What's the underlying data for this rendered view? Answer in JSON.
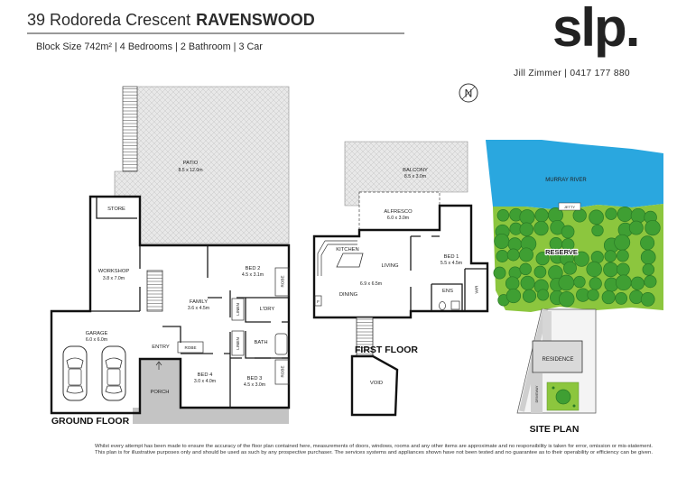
{
  "header": {
    "address": "39 Rodoreda Crescent",
    "suburb": "RAVENSWOOD",
    "details": "Block Size 742m² | 4 Bedrooms | 2 Bathroom |  3 Car"
  },
  "branding": {
    "logo_text": "slp.",
    "agent": "Jill Zimmer | 0417 177 880",
    "brand_color": "#e9573f"
  },
  "compass": {
    "icon": "north-arrow-icon",
    "label": "N"
  },
  "ground_floor": {
    "title": "GROUND FLOOR",
    "patio": {
      "name": "PATIO",
      "size": "8.5 x 12.0m"
    },
    "store": "STORE",
    "workshop": {
      "name": "WORKSHOP",
      "size": "3.8 x 7.0m"
    },
    "bed2": {
      "name": "BED 2",
      "size": "4.5 x 3.1m"
    },
    "bed2_robe": "ROBE",
    "family": {
      "name": "FAMILY",
      "size": "3.6 x 4.5m"
    },
    "linen_1": "LINEN",
    "laundry": "L'DRY",
    "garage": {
      "name": "GARAGE",
      "size": "6.0 x 6.0m"
    },
    "entry": "ENTRY",
    "bed4_robe": "ROBE",
    "linen_2": "LINEN",
    "bath": "BATH",
    "bed4": {
      "name": "BED 4",
      "size": "3.0 x 4.0m"
    },
    "bed3": {
      "name": "BED 3",
      "size": "4.5 x 3.0m"
    },
    "bed3_robe": "ROBE",
    "porch": "PORCH"
  },
  "first_floor": {
    "title": "FIRST FLOOR",
    "balcony": {
      "name": "BALCONY",
      "size": "8.5 x 3.0m"
    },
    "alfresco": {
      "name": "ALFRESCO",
      "size": "6.0 x 3.0m"
    },
    "kitchen": "KITCHEN",
    "living": "LIVING",
    "living_dining_size": "6.9 x 6.5m",
    "dining": "DINING",
    "fridge": "F",
    "bed1": {
      "name": "BED 1",
      "size": "5.5 x 4.5m"
    },
    "ensuite": "ENS",
    "walk_in_robe": "WIR",
    "void": "VOID"
  },
  "site_plan": {
    "title": "SITE PLAN",
    "river": "MURRAY RIVER",
    "jetty": "JETTY",
    "reserve": "RESERVE",
    "residence": "RESIDENCE",
    "driveway": "DRIVEWAY"
  },
  "colors": {
    "river": "#2aa7df",
    "reserve": "#8cc63e",
    "trees": "#3f9f33",
    "hatch": "#e8e8e8",
    "porch": "#c4c4c4"
  },
  "disclaimer": [
    "Whilst every attempt has been made to ensure the accuracy of the floor plan contained here, measurements of doors, windows, rooms and any other items are approximate and no responsibility is taken for error, omission or mis-statement.",
    "This plan is for illustrative purposes only and should be used as such by any prospective purchaser. The services systems and appliances shown have not been tested and no guarantee as to their operability or efficiency can be given."
  ]
}
